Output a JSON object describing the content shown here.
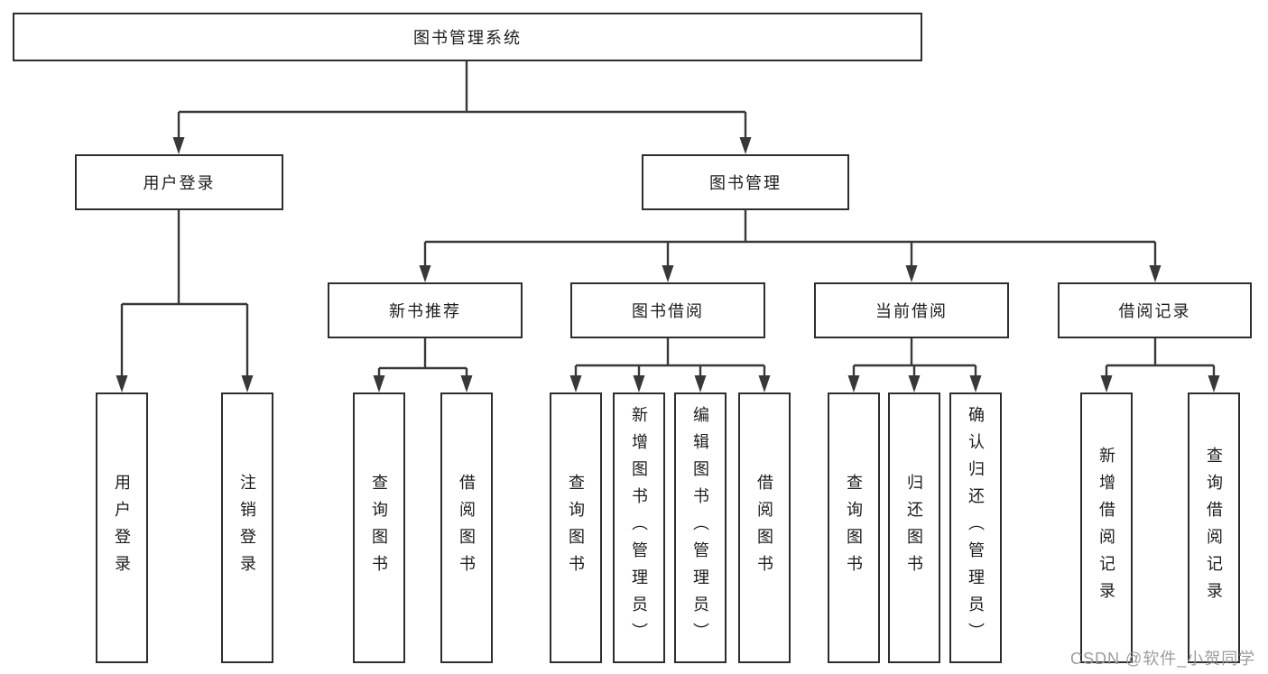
{
  "diagram": {
    "title": "图书管理系统",
    "type": "hierarchy-tree",
    "tree": {
      "root": {
        "label": "图书管理系统"
      },
      "branches": [
        {
          "label": "用户登录",
          "children": [
            {
              "label": "用户登录"
            },
            {
              "label": "注销登录"
            }
          ]
        },
        {
          "label": "图书管理",
          "children": [
            {
              "label": "新书推荐",
              "children": [
                {
                  "label": "查询图书"
                },
                {
                  "label": "借阅图书"
                }
              ]
            },
            {
              "label": "图书借阅",
              "children": [
                {
                  "label": "查询图书"
                },
                {
                  "label": "新增图书（管理员）"
                },
                {
                  "label": "编辑图书（管理员）"
                },
                {
                  "label": "借阅图书"
                }
              ]
            },
            {
              "label": "当前借阅",
              "children": [
                {
                  "label": "查询图书"
                },
                {
                  "label": "归还图书"
                },
                {
                  "label": "确认归还（管理员）"
                }
              ]
            },
            {
              "label": "借阅记录",
              "children": [
                {
                  "label": "新增借阅记录"
                },
                {
                  "label": "查询借阅记录"
                }
              ]
            }
          ]
        }
      ]
    }
  },
  "watermark": "CSDN @软件_小贺同学",
  "colors": {
    "background": "#ffffff",
    "box_border": "#2e2e2e",
    "line": "#383838",
    "text": "#1c1c1c",
    "watermark": "#9c9c9c"
  }
}
